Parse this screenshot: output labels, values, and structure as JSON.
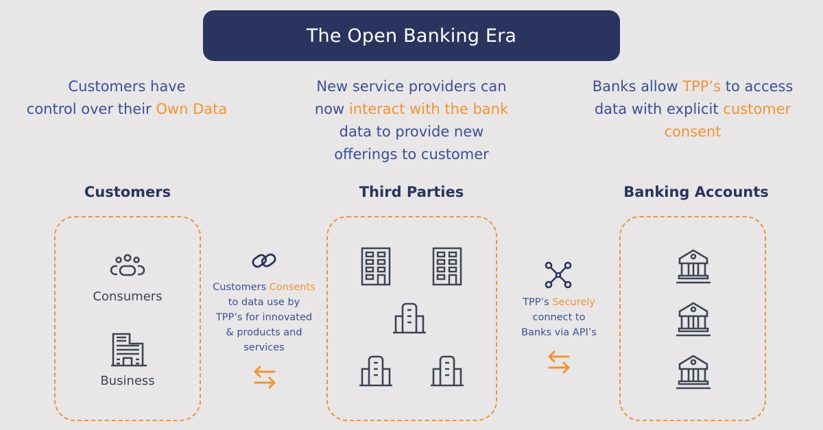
{
  "title": "The Open Banking Era",
  "descriptions": [
    {
      "lines": [
        [
          {
            "t": "Customers have",
            "h": false
          }
        ],
        [
          {
            "t": "control over their ",
            "h": false
          },
          {
            "t": "Own Data",
            "h": true
          }
        ]
      ]
    },
    {
      "lines": [
        [
          {
            "t": "New service providers can",
            "h": false
          }
        ],
        [
          {
            "t": "now ",
            "h": false
          },
          {
            "t": "interact with the bank",
            "h": true
          }
        ],
        [
          {
            "t": "data to provide new",
            "h": false
          }
        ],
        [
          {
            "t": "offerings to customer",
            "h": false
          }
        ]
      ]
    },
    {
      "lines": [
        [
          {
            "t": "Banks allow ",
            "h": false
          },
          {
            "t": "TPP’s",
            "h": true
          },
          {
            "t": " to access",
            "h": false
          }
        ],
        [
          {
            "t": "data with explicit ",
            "h": false
          },
          {
            "t": "customer",
            "h": true
          }
        ],
        [
          {
            "t": "consent",
            "h": true
          }
        ]
      ]
    }
  ],
  "columns": {
    "customers": {
      "heading": "Customers",
      "items": [
        {
          "icon": "group-users-icon",
          "label": "Consumers"
        },
        {
          "icon": "office-building-icon",
          "label": "Business"
        }
      ]
    },
    "third_parties": {
      "heading": "Third Parties",
      "icons": [
        "office-tower-icon",
        "office-tower-icon",
        "city-buildings-icon",
        "city-buildings-icon",
        "city-buildings-icon"
      ]
    },
    "banking": {
      "heading": "Banking Accounts",
      "icons": [
        "bank-icon",
        "bank-icon",
        "bank-icon"
      ]
    }
  },
  "connectors": [
    {
      "icon": "link-chain-icon",
      "lines": [
        [
          {
            "t": "Customers ",
            "h": false
          },
          {
            "t": "Consents",
            "h": true
          }
        ],
        [
          {
            "t": "to data use by",
            "h": false
          }
        ],
        [
          {
            "t": "TPP’s for innovated",
            "h": false
          }
        ],
        [
          {
            "t": "& products and",
            "h": false
          }
        ],
        [
          {
            "t": "services",
            "h": false
          }
        ]
      ],
      "arrow": "exchange-arrows-icon"
    },
    {
      "icon": "network-nodes-icon",
      "lines": [
        [
          {
            "t": "TPP’s ",
            "h": false
          },
          {
            "t": "Securely",
            "h": true
          }
        ],
        [
          {
            "t": "connect to",
            "h": false
          }
        ],
        [
          {
            "t": "Banks via API’s",
            "h": false
          }
        ]
      ],
      "arrow": "exchange-arrows-icon"
    }
  ],
  "colors": {
    "navy": "#2b345e",
    "blue_text": "#3a4f96",
    "orange": "#ef9437",
    "background": "#e8e6e7",
    "icon": "#3d4452"
  }
}
